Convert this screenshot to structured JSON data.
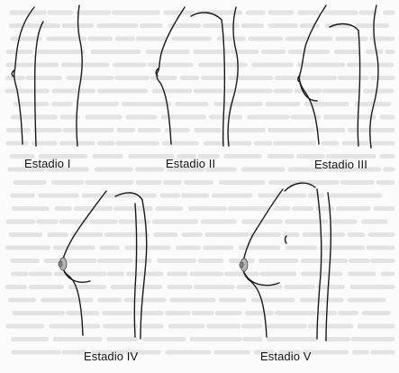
{
  "stages": [
    {
      "id": "I",
      "label": "Estadio I"
    },
    {
      "id": "II",
      "label": "Estadio II"
    },
    {
      "id": "III",
      "label": "Estadio III"
    },
    {
      "id": "IV",
      "label": "Estadio IV"
    },
    {
      "id": "V",
      "label": "Estadio V"
    }
  ],
  "colors": {
    "line": "#1a1a1a",
    "areola": "#9a9a9a",
    "bleed": "#e3e3e3"
  }
}
